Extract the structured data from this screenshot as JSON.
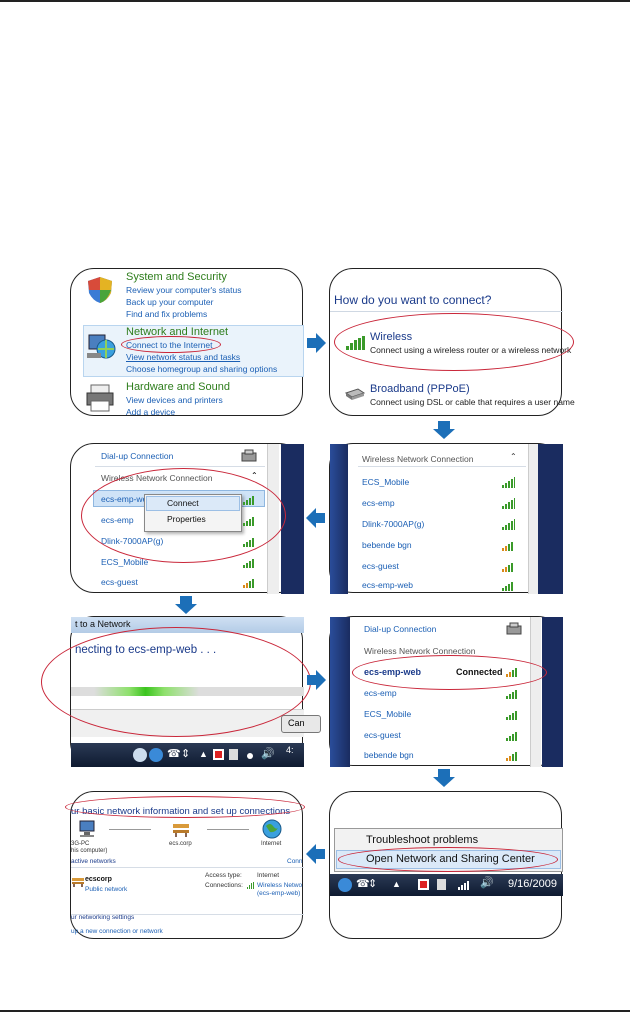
{
  "panel1": {
    "system_title": "System and Security",
    "system_links": [
      "Review your computer's status",
      "Back up your computer",
      "Find and fix problems"
    ],
    "network_title": "Network and Internet",
    "network_links": [
      "Connect to the Internet",
      "View network status and tasks",
      "Choose homegroup and sharing options"
    ],
    "hardware_title": "Hardware and Sound",
    "hardware_links": [
      "View devices and printers",
      "Add a device"
    ]
  },
  "panel2": {
    "question": "How do you want to connect?",
    "wireless_title": "Wireless",
    "wireless_desc": "Connect using a wireless router or a wireless network",
    "broadband_title": "Broadband (PPPoE)",
    "broadband_desc": "Connect using DSL or cable that requires a user name"
  },
  "panel3": {
    "section": "Wireless Network Connection",
    "networks": [
      "ECS_Mobile",
      "ecs-emp",
      "Dlink-7000AP(g)",
      "bebende bgn",
      "ecs-guest",
      "ecs-emp-web"
    ]
  },
  "panel4": {
    "dialup": "Dial-up Connection",
    "section": "Wireless Network Connection",
    "networks": [
      "ecs-emp-web",
      "ecs-emp",
      "Dlink-7000AP(g)",
      "ECS_Mobile",
      "ecs-guest"
    ],
    "menu": [
      "Connect",
      "Properties"
    ]
  },
  "panel5": {
    "title": "t to a Network",
    "status": "necting to ecs-emp-web . . .",
    "cancel": "Can",
    "clock": "4:"
  },
  "panel6": {
    "dialup": "Dial-up Connection",
    "section": "Wireless Network Connection",
    "connected_net": "ecs-emp-web",
    "connected_label": "Connected",
    "networks": [
      "ecs-emp",
      "ECS_Mobile",
      "ecs-guest",
      "bebende bgn"
    ]
  },
  "panel7": {
    "menu": [
      "Troubleshoot problems",
      "Open Network and Sharing Center"
    ],
    "date": "9/16/2009"
  },
  "panel8": {
    "heading": "ur basic network information and set up connections",
    "pc_label": "3G-PC",
    "pc_sub": "his computer)",
    "domain": "ecs.corp",
    "internet": "Internet",
    "active": "active networks",
    "conn_link": "Conn",
    "net_name": "ecscorp",
    "net_type": "Public network",
    "access_label": "Access type:",
    "access_val": "Internet",
    "connections_label": "Connections:",
    "connections_val": "Wireless Netwo",
    "connections_sub": "(ecs-emp-web)",
    "settings": "ur networking settings",
    "setup_link": "up a new connection or network"
  }
}
